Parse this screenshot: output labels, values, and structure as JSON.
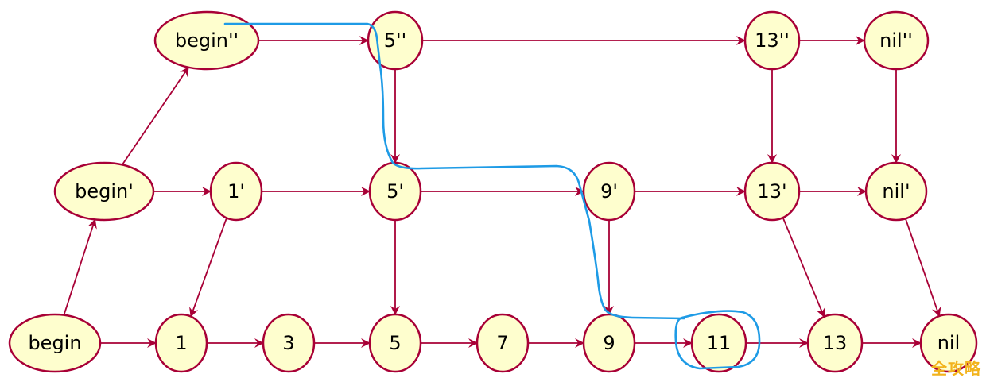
{
  "colors": {
    "node_fill": "#fefece",
    "node_stroke": "#a80036",
    "edge": "#a80036",
    "search_path": "#1e9be6",
    "watermark": "#f2b31c"
  },
  "nodes": [
    {
      "id": "begin2",
      "label": "begin''"
    },
    {
      "id": "n5_2",
      "label": "5''"
    },
    {
      "id": "n13_2",
      "label": "13''"
    },
    {
      "id": "nil2",
      "label": "nil''"
    },
    {
      "id": "begin1",
      "label": "begin'"
    },
    {
      "id": "n1_1",
      "label": "1'"
    },
    {
      "id": "n5_1",
      "label": "5'"
    },
    {
      "id": "n9_1",
      "label": "9'"
    },
    {
      "id": "n13_1",
      "label": "13'"
    },
    {
      "id": "nil1",
      "label": "nil'"
    },
    {
      "id": "begin",
      "label": "begin"
    },
    {
      "id": "n1",
      "label": "1"
    },
    {
      "id": "n3",
      "label": "3"
    },
    {
      "id": "n5",
      "label": "5"
    },
    {
      "id": "n7",
      "label": "7"
    },
    {
      "id": "n9",
      "label": "9"
    },
    {
      "id": "n11",
      "label": "11"
    },
    {
      "id": "n13",
      "label": "13"
    },
    {
      "id": "nil",
      "label": "nil"
    }
  ],
  "edges": [
    {
      "from": "begin2",
      "to": "n5_2"
    },
    {
      "from": "n5_2",
      "to": "n13_2"
    },
    {
      "from": "n13_2",
      "to": "nil2"
    },
    {
      "from": "n5_2",
      "to": "n5_1"
    },
    {
      "from": "n13_2",
      "to": "n13_1"
    },
    {
      "from": "nil2",
      "to": "nil1"
    },
    {
      "from": "begin1",
      "to": "begin2"
    },
    {
      "from": "begin1",
      "to": "n1_1"
    },
    {
      "from": "n1_1",
      "to": "n5_1"
    },
    {
      "from": "n5_1",
      "to": "n9_1"
    },
    {
      "from": "n9_1",
      "to": "n13_1"
    },
    {
      "from": "n13_1",
      "to": "nil1"
    },
    {
      "from": "n1_1",
      "to": "n1"
    },
    {
      "from": "n5_1",
      "to": "n5"
    },
    {
      "from": "n9_1",
      "to": "n9"
    },
    {
      "from": "n13_1",
      "to": "n13"
    },
    {
      "from": "nil1",
      "to": "nil"
    },
    {
      "from": "begin",
      "to": "begin1"
    },
    {
      "from": "begin",
      "to": "n1"
    },
    {
      "from": "n1",
      "to": "n3"
    },
    {
      "from": "n3",
      "to": "n5"
    },
    {
      "from": "n5",
      "to": "n7"
    },
    {
      "from": "n7",
      "to": "n9"
    },
    {
      "from": "n9",
      "to": "n11"
    },
    {
      "from": "n11",
      "to": "n13"
    },
    {
      "from": "n13",
      "to": "nil"
    }
  ],
  "search_path": {
    "target": "n11"
  },
  "watermark": {
    "text": "全攻略"
  }
}
